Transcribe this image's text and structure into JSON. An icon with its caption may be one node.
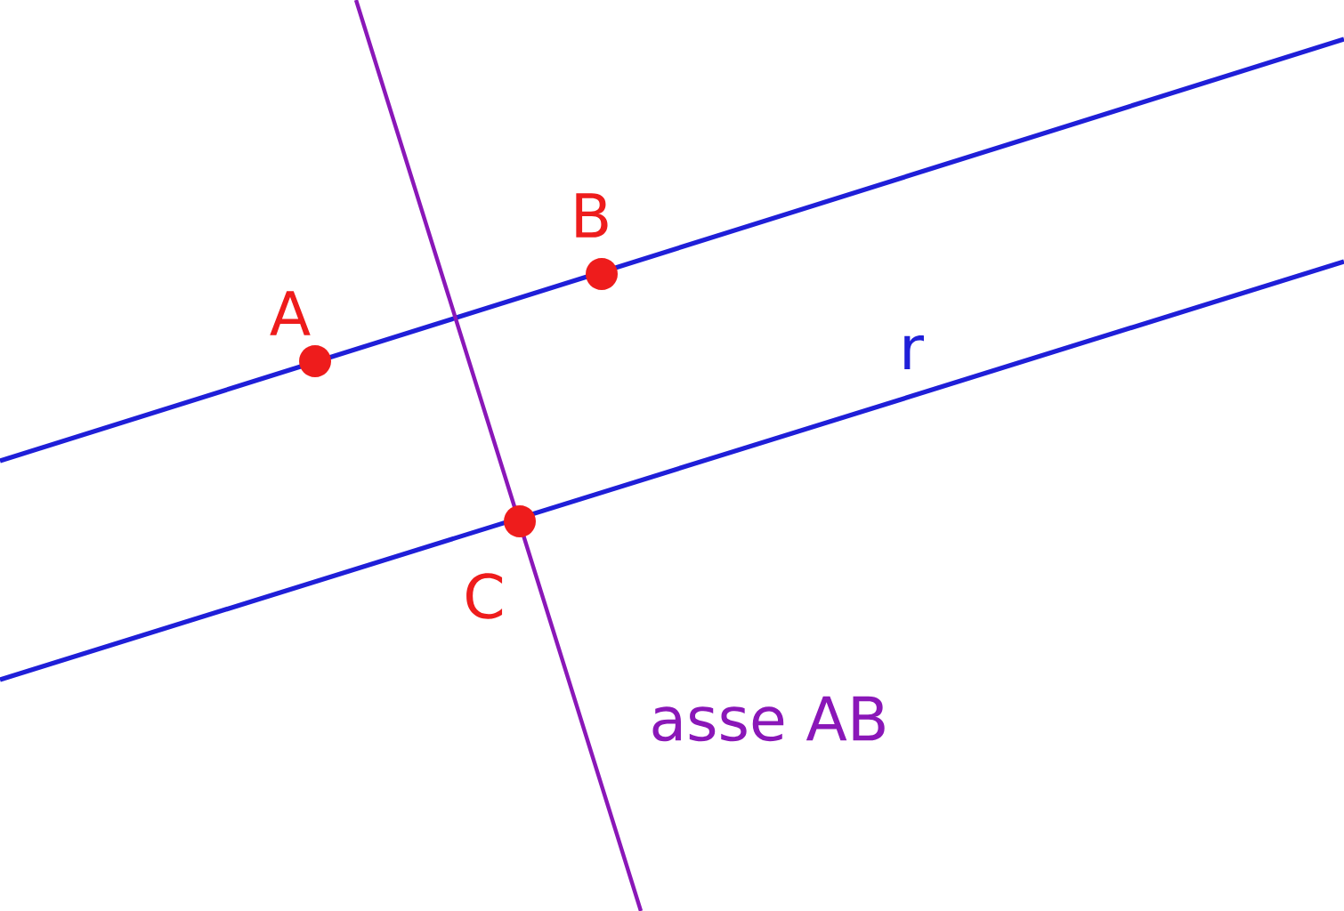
{
  "diagram": {
    "labels": [
      "B",
      "A",
      "r",
      "C",
      "asse AB"
    ]
  }
}
